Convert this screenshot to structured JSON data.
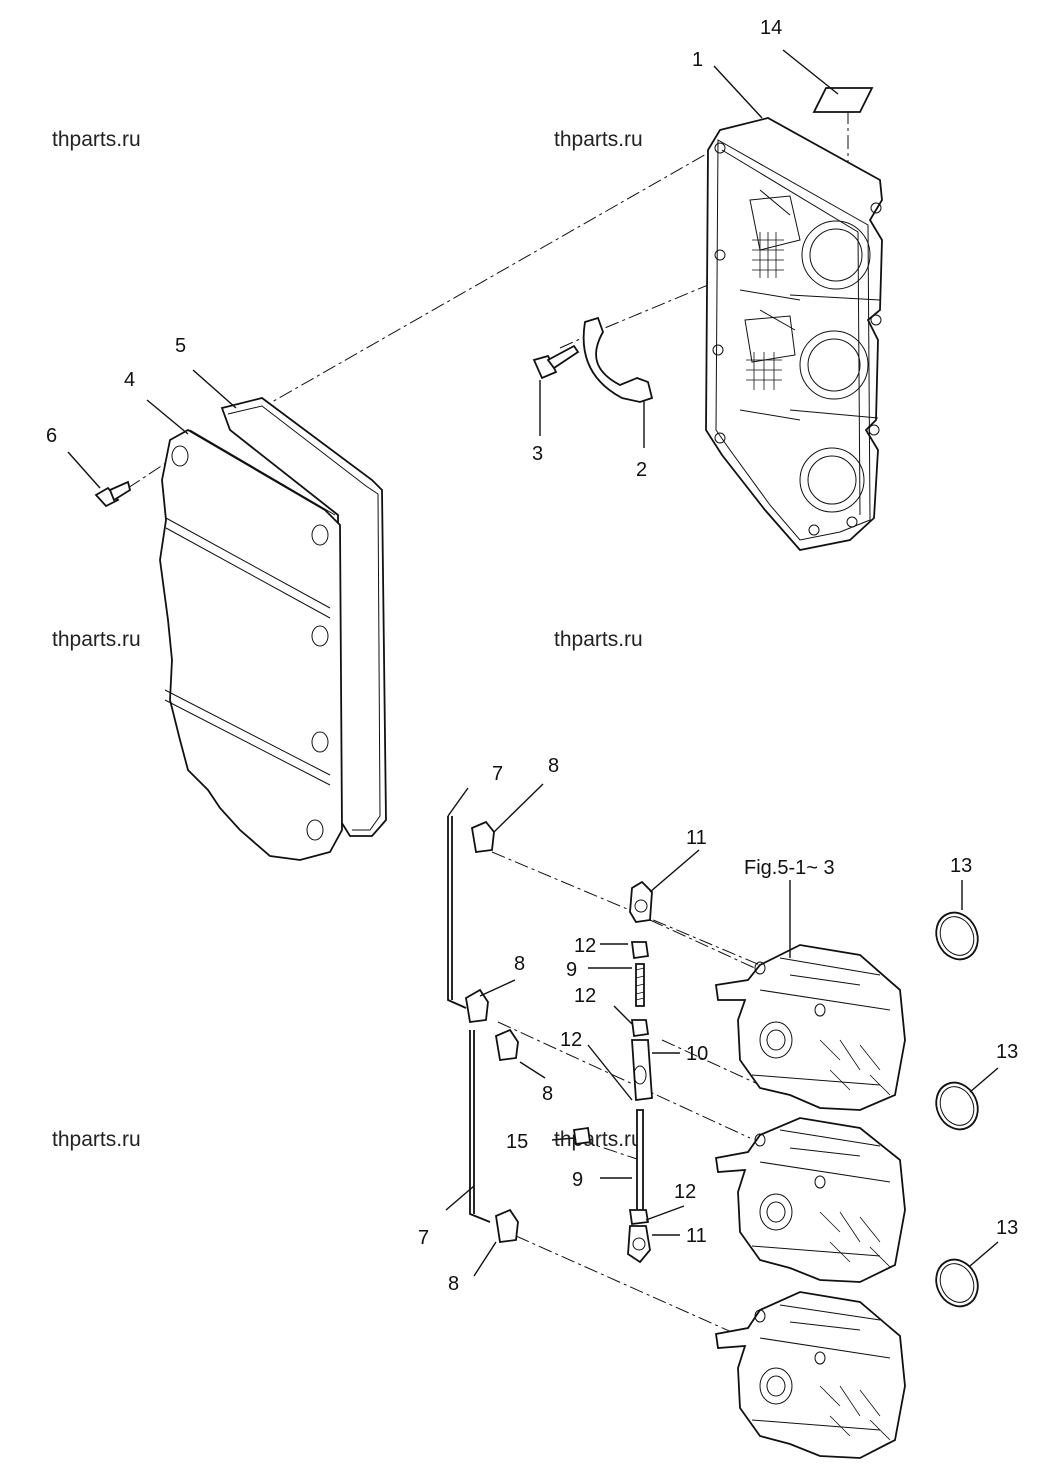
{
  "watermark": "thparts.ru",
  "figure_reference": "Fig.5-1~ 3",
  "callouts": {
    "c1": "1",
    "c2": "2",
    "c3": "3",
    "c4": "4",
    "c5": "5",
    "c6": "6",
    "c7a": "7",
    "c7b": "7",
    "c8a": "8",
    "c8b": "8",
    "c8c": "8",
    "c8d": "8",
    "c9a": "9",
    "c9b": "9",
    "c10": "10",
    "c11a": "11",
    "c11b": "11",
    "c12a": "12",
    "c12b": "12",
    "c12c": "12",
    "c12d": "12",
    "c13a": "13",
    "c13b": "13",
    "c13c": "13",
    "c14": "14",
    "c15": "15"
  }
}
